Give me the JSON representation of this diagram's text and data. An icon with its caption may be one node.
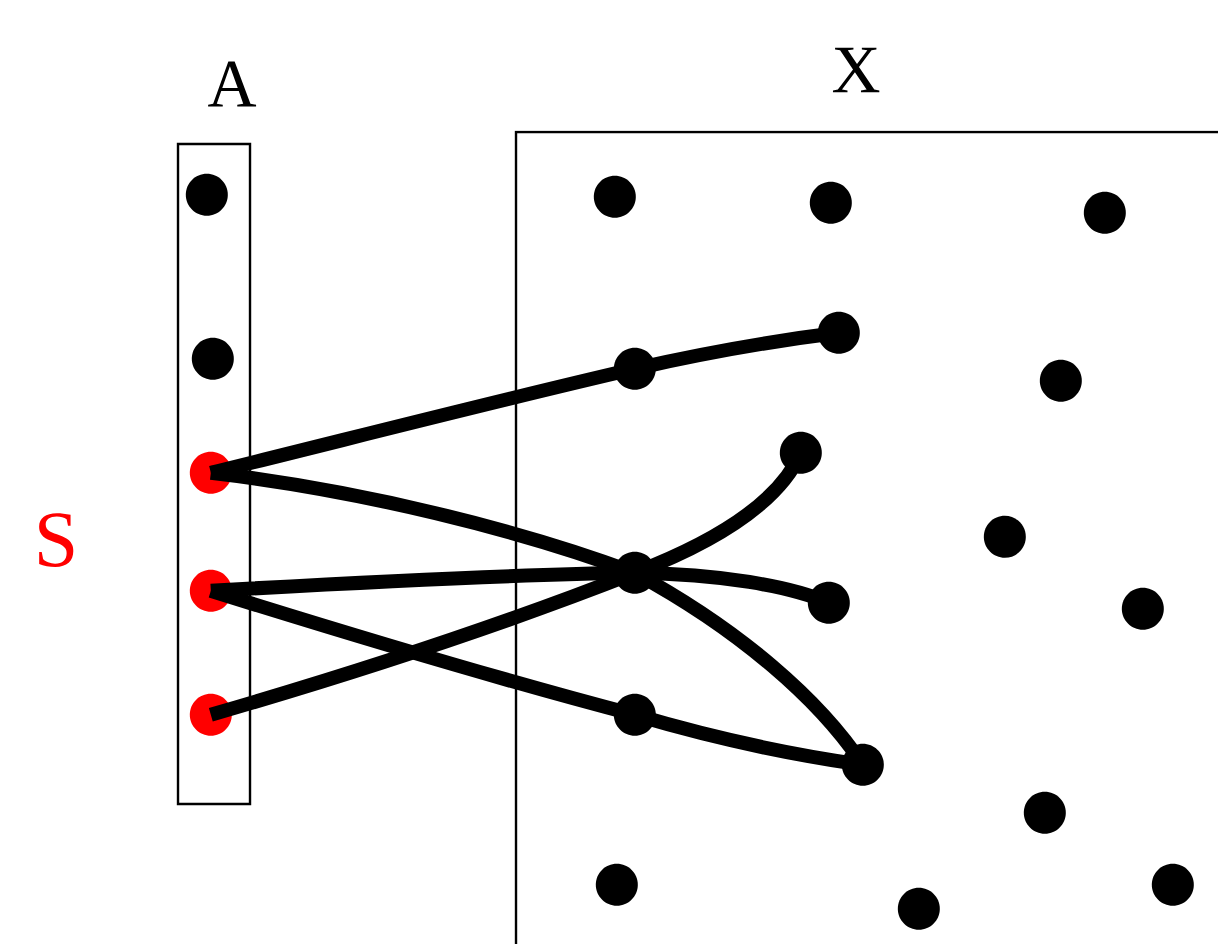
{
  "diagram": {
    "nodes": [
      {
        "text": [
          "A"
        ]
      },
      {
        "text": [],
        "shape": "circle",
        "in": 0
      },
      {
        "text": [],
        "shape": "circle",
        "in": 0
      },
      {
        "text": [],
        "shape": "circle",
        "in": 0
      },
      {
        "text": [],
        "shape": "circle",
        "in": 0
      },
      {
        "text": [],
        "shape": "circle",
        "in": 0
      },
      {
        "text": [
          "X"
        ]
      },
      {
        "text": [],
        "shape": "circle",
        "in": 6
      },
      {
        "text": [],
        "shape": "circle",
        "in": 6
      },
      {
        "text": [],
        "shape": "circle",
        "in": 6
      },
      {
        "text": [],
        "shape": "circle",
        "in": 6
      },
      {
        "text": [],
        "shape": "circle",
        "in": 6
      },
      {
        "text": [],
        "shape": "circle",
        "in": 6
      },
      {
        "text": [],
        "shape": "circle",
        "in": 6
      },
      {
        "text": [],
        "shape": "circle",
        "in": 6
      },
      {
        "text": [],
        "shape": "circle",
        "in": 6
      },
      {
        "text": [],
        "shape": "circle",
        "in": 6
      },
      {
        "text": [],
        "shape": "circle",
        "in": 6
      },
      {
        "text": [],
        "shape": "circle",
        "in": 6
      },
      {
        "text": [],
        "shape": "circle",
        "in": 6
      },
      {
        "text": [],
        "shape": "circle",
        "in": 6
      },
      {
        "text": [],
        "shape": "circle",
        "in": 6
      },
      {
        "text": [],
        "shape": "circle",
        "in": 6
      },
      {
        "text": [],
        "shape": "circle",
        "in": 6
      }
    ],
    "edges": [
      {
        "from": 3,
        "to": 11,
        "arrow": "none"
      },
      {
        "from": 11,
        "to": 10,
        "arrow": "none"
      },
      {
        "from": 3,
        "to": 15,
        "arrow": "none"
      },
      {
        "from": 15,
        "to": 19,
        "arrow": "none"
      },
      {
        "from": 4,
        "to": 15,
        "arrow": "none"
      },
      {
        "from": 15,
        "to": 16,
        "arrow": "none"
      },
      {
        "from": 4,
        "to": 18,
        "arrow": "none"
      },
      {
        "from": 18,
        "to": 19,
        "arrow": "none"
      },
      {
        "from": 5,
        "to": 15,
        "arrow": "none"
      },
      {
        "from": 15,
        "to": 13,
        "arrow": "none"
      }
    ],
    "labels": [
      "S"
    ]
  }
}
